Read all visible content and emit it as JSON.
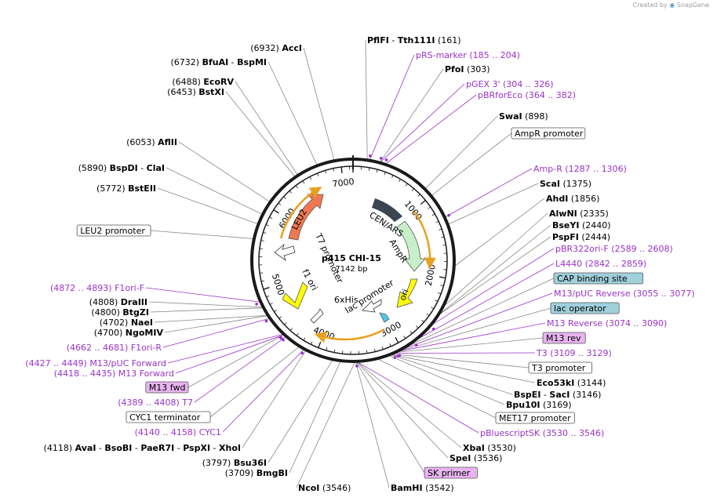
{
  "credit": {
    "prefix": "Created by",
    "brand": "SnapGene"
  },
  "plasmid": {
    "name": "p415 CHI-15",
    "size": "7142 bp"
  },
  "ticks": [
    "1000",
    "2000",
    "3000",
    "4000",
    "5000",
    "6000",
    "7000"
  ],
  "features": {
    "cen_ars": "CEN/ARS",
    "ampr": "AmpR",
    "ori": "ori",
    "lac_promoter": "lac promoter",
    "sixhis": "6xHis",
    "f1ori": "f1 ori",
    "t7_promoter": "T7 promoter",
    "leu2": "LEU2"
  },
  "right_labels": [
    {
      "pos": "(161)",
      "name": "PflFI",
      "name2": "Tth111I",
      "kind": "enzyme"
    },
    {
      "pos": "(185 .. 204)",
      "name": "pRS-marker",
      "kind": "primer"
    },
    {
      "pos": "(303)",
      "name": "PfoI",
      "kind": "enzyme"
    },
    {
      "pos": "(304 .. 326)",
      "name": "pGEX 3'",
      "kind": "primer"
    },
    {
      "pos": "(364 .. 382)",
      "name": "pBRforEco",
      "kind": "primer"
    },
    {
      "pos": "(898)",
      "name": "SwaI",
      "kind": "enzyme"
    },
    {
      "name": "AmpR promoter",
      "kind": "boxed"
    },
    {
      "pos": "(1287 .. 1306)",
      "name": "Amp-R",
      "kind": "primer"
    },
    {
      "pos": "(1375)",
      "name": "ScaI",
      "kind": "enzyme"
    },
    {
      "pos": "(1856)",
      "name": "AhdI",
      "kind": "enzyme"
    },
    {
      "pos": "(2335)",
      "name": "AlwNI",
      "kind": "enzyme"
    },
    {
      "pos": "(2440)",
      "name": "BseYI",
      "kind": "enzyme"
    },
    {
      "pos": "(2444)",
      "name": "PspFI",
      "kind": "enzyme"
    },
    {
      "pos": "(2589 .. 2608)",
      "name": "pBR322ori-F",
      "kind": "primer"
    },
    {
      "pos": "(2842 .. 2859)",
      "name": "L4440",
      "kind": "primer"
    },
    {
      "name": "CAP binding site",
      "kind": "boxed-blue"
    },
    {
      "pos": "(3055 .. 3077)",
      "name": "M13/pUC Reverse",
      "kind": "primer"
    },
    {
      "name": "lac operator",
      "kind": "boxed-blue"
    },
    {
      "pos": "(3074 .. 3090)",
      "name": "M13 Reverse",
      "kind": "primer"
    },
    {
      "name": "M13 rev",
      "kind": "boxed-purple"
    },
    {
      "pos": "(3109 .. 3129)",
      "name": "T3",
      "kind": "primer"
    },
    {
      "name": "T3 promoter",
      "kind": "boxed"
    },
    {
      "pos": "(3144)",
      "name": "Eco53kI",
      "kind": "enzyme"
    },
    {
      "pos": "(3146)",
      "name": "BspEI",
      "name2": "SacI",
      "kind": "enzyme"
    },
    {
      "pos": "(3169)",
      "name": "Bpu10I",
      "kind": "enzyme"
    },
    {
      "name": "MET17 promoter",
      "kind": "boxed"
    },
    {
      "pos": "(3530 .. 3546)",
      "name": "pBluescriptSK",
      "kind": "primer"
    },
    {
      "pos": "(3530)",
      "name": "XbaI",
      "kind": "enzyme"
    },
    {
      "pos": "(3536)",
      "name": "SpeI",
      "kind": "enzyme"
    },
    {
      "name": "SK primer",
      "kind": "boxed-purple"
    },
    {
      "pos": "(3542)",
      "name": "BamHI",
      "kind": "enzyme"
    },
    {
      "pos": "(3546)",
      "name": "NcoI",
      "kind": "enzyme"
    }
  ],
  "left_labels": [
    {
      "pos": "(6932)",
      "name": "AccI",
      "kind": "enzyme"
    },
    {
      "pos": "(6732)",
      "name": "BfuAI",
      "name2": "BspMI",
      "kind": "enzyme"
    },
    {
      "pos": "(6488)",
      "name": "EcoRV",
      "kind": "enzyme"
    },
    {
      "pos": "(6453)",
      "name": "BstXI",
      "kind": "enzyme"
    },
    {
      "pos": "(6053)",
      "name": "AflII",
      "kind": "enzyme"
    },
    {
      "pos": "(5890)",
      "name": "BspDI",
      "name2": "ClaI",
      "kind": "enzyme"
    },
    {
      "pos": "(5772)",
      "name": "BstEII",
      "kind": "enzyme"
    },
    {
      "name": "LEU2 promoter",
      "kind": "boxed"
    },
    {
      "pos": "(4872 .. 4893)",
      "name": "F1ori-F",
      "kind": "primer"
    },
    {
      "pos": "(4808)",
      "name": "DraIII",
      "kind": "enzyme"
    },
    {
      "pos": "(4800)",
      "name": "BtgZI",
      "kind": "enzyme"
    },
    {
      "pos": "(4702)",
      "name": "NaeI",
      "kind": "enzyme"
    },
    {
      "pos": "(4700)",
      "name": "NgoMIV",
      "kind": "enzyme"
    },
    {
      "pos": "(4662 .. 4681)",
      "name": "F1ori-R",
      "kind": "primer"
    },
    {
      "pos": "(4427 .. 4449)",
      "name": "M13/pUC Forward",
      "kind": "primer"
    },
    {
      "pos": "(4418 .. 4435)",
      "name": "M13 Forward",
      "kind": "primer"
    },
    {
      "name": "M13 fwd",
      "kind": "boxed-purple"
    },
    {
      "pos": "(4389 .. 4408)",
      "name": "T7",
      "kind": "primer"
    },
    {
      "name": "CYC1 terminator",
      "kind": "boxed"
    },
    {
      "pos": "(4140 .. 4158)",
      "name": "CYC1",
      "kind": "primer"
    },
    {
      "pos": "(4118)",
      "name": "AvaI",
      "name2": "BsoBI",
      "name3": "PaeR7I",
      "name4": "PspXI",
      "name5": "XhoI",
      "kind": "enzyme"
    },
    {
      "pos": "(3797)",
      "name": "Bsu36I",
      "kind": "enzyme"
    },
    {
      "pos": "(3709)",
      "name": "BmgBI",
      "kind": "enzyme"
    }
  ],
  "colors": {
    "primer": "#9a32c8",
    "cen": "#3c4650",
    "ampr": "#c8f0c8",
    "ori": "#ffff00",
    "leu2": "#f07850",
    "f1": "#ffff00",
    "arc": "#e8a020",
    "blue_box": "#a0d0dc",
    "purple_box": "#e8b4f0"
  }
}
